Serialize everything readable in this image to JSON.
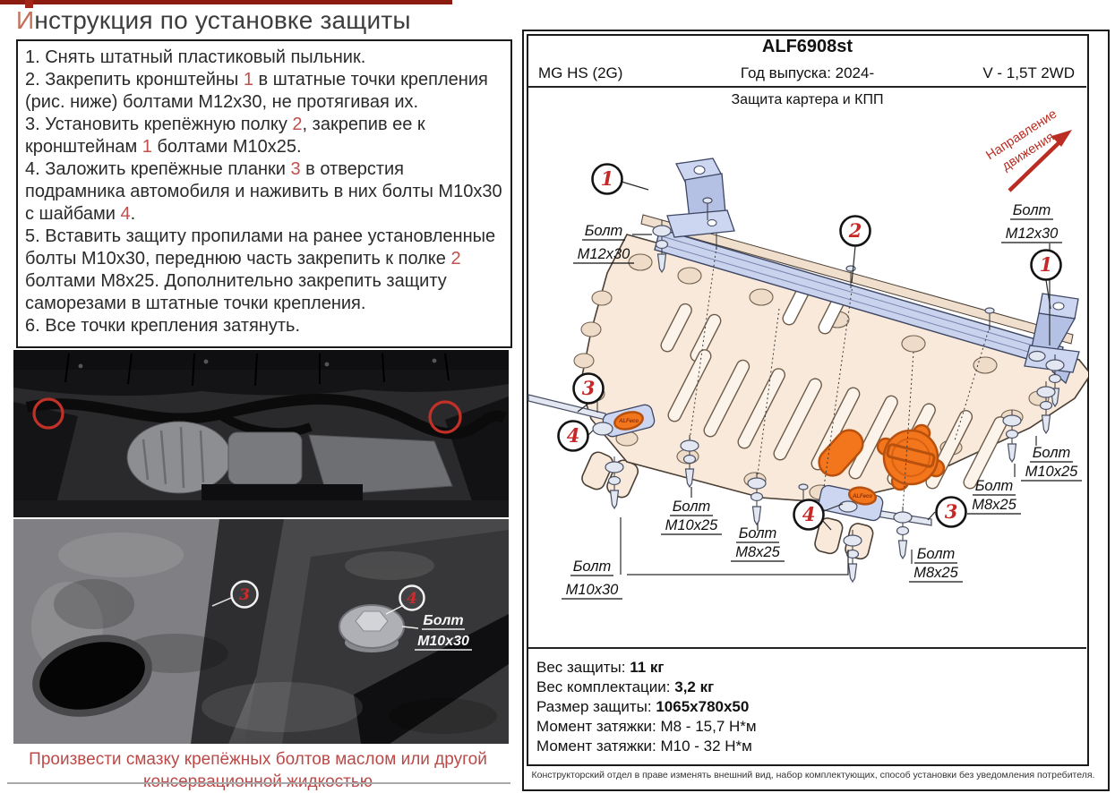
{
  "colors": {
    "accent_red": "#c0504d",
    "top_bar_red": "#8b1a0f",
    "callout_red": "#c62828",
    "direction_red": "#bb2d23",
    "plate_beige": "#f8e9da",
    "bar_blue": "#c9d3ee",
    "orange_part": "#f3751c"
  },
  "left": {
    "title": {
      "lead": "И",
      "rest": "нструкция по установке защиты"
    },
    "steps": [
      {
        "segs": [
          {
            "t": "1. Снять штатный пластиковый пыльник."
          }
        ]
      },
      {
        "segs": [
          {
            "t": "2. Закрепить кронштейны "
          },
          {
            "t": "1",
            "red": true
          },
          {
            "t": " в штатные точки крепления (рис. ниже) болтами М12х30, не протягивая их."
          }
        ]
      },
      {
        "segs": [
          {
            "t": "3. Установить крепёжную полку "
          },
          {
            "t": "2",
            "red": true
          },
          {
            "t": ", закрепив ее к кронштейнам "
          },
          {
            "t": "1",
            "red": true
          },
          {
            "t": " болтами М10х25."
          }
        ]
      },
      {
        "segs": [
          {
            "t": "4. Заложить крепёжные планки "
          },
          {
            "t": "3",
            "red": true
          },
          {
            "t": " в отверстия подрамника автомобиля и наживить в них болты М10х30 с шайбами "
          },
          {
            "t": "4",
            "red": true
          },
          {
            "t": "."
          }
        ]
      },
      {
        "segs": [
          {
            "t": "5. Вставить защиту пропилами на ранее установленные болты М10х30, переднюю часть закрепить к полке "
          },
          {
            "t": "2",
            "red": true
          },
          {
            "t": " болтами М8х25. Дополнительно закрепить защиту саморезами в штатные точки крепления."
          }
        ]
      },
      {
        "segs": [
          {
            "t": "6. Все точки крепления затянуть."
          }
        ]
      }
    ],
    "photo2": {
      "callout3": "3",
      "callout4": "4",
      "bolt_word": "Болт",
      "bolt_size": "М10х30"
    },
    "note_line1": "Произвести смазку крепёжных болтов маслом или другой",
    "note_line2": "консервационной жидкостью"
  },
  "panel": {
    "part_number": "ALF6908st",
    "model": "MG HS (2G)",
    "year": "Год выпуска: 2024-",
    "variant": "V - 1,5T 2WD",
    "subtitle": "Защита картера и КПП",
    "direction_line1": "Направление",
    "direction_line2": "движения",
    "brand": "ALFeco",
    "callouts": {
      "c1": "1",
      "c2": "2",
      "c3": "3",
      "c4": "4"
    },
    "labels": [
      {
        "word": "Болт",
        "size": "М12х30"
      },
      {
        "word": "Болт",
        "size": "М12х30"
      },
      {
        "word": "Болт",
        "size": "М10х25"
      },
      {
        "word": "Болт",
        "size": "М8х25"
      },
      {
        "word": "Болт",
        "size": "М10х25"
      },
      {
        "word": "Болт",
        "size": "М8х25"
      },
      {
        "word": "Болт",
        "size": "М8х25"
      },
      {
        "word": "Болт",
        "size": "М10х30"
      }
    ],
    "specs": [
      {
        "label": "Вес защиты: ",
        "value": "11 кг"
      },
      {
        "label": "Вес комплектации: ",
        "value": "3,2 кг"
      },
      {
        "label": "Размер защиты: ",
        "value": "1065х780х50"
      },
      {
        "label": "Момент затяжки: ",
        "value": "М8 - 15,7 Н*м"
      },
      {
        "label": "Момент затяжки: ",
        "value": "М10 - 32 Н*м"
      }
    ],
    "footer": "Конструкторский отдел в праве изменять внешний вид, набор комплектующих, способ установки без уведомления потребителя."
  }
}
